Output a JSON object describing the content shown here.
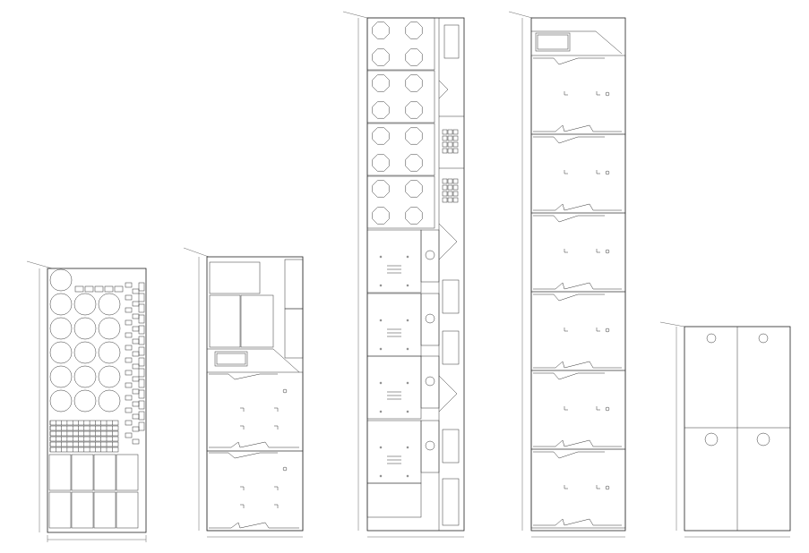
{
  "panels": [
    {
      "id": "panel-1",
      "label_line1": "",
      "label_line2": "",
      "width_label": "",
      "height_label": ""
    },
    {
      "id": "panel-2",
      "label_line1": "",
      "label_line2": "",
      "width_label": "",
      "height_label": ""
    },
    {
      "id": "panel-3",
      "label_line1": "",
      "label_line2": "",
      "width_label": "",
      "height_label": ""
    },
    {
      "id": "panel-4",
      "label_line1": "",
      "label_line2": "",
      "width_label": "",
      "height_label": ""
    },
    {
      "id": "panel-5",
      "label_line1": "",
      "label_line2": "",
      "width_label": "",
      "height_label": ""
    }
  ],
  "colors": {
    "line": "#222222",
    "background": "#ffffff"
  }
}
